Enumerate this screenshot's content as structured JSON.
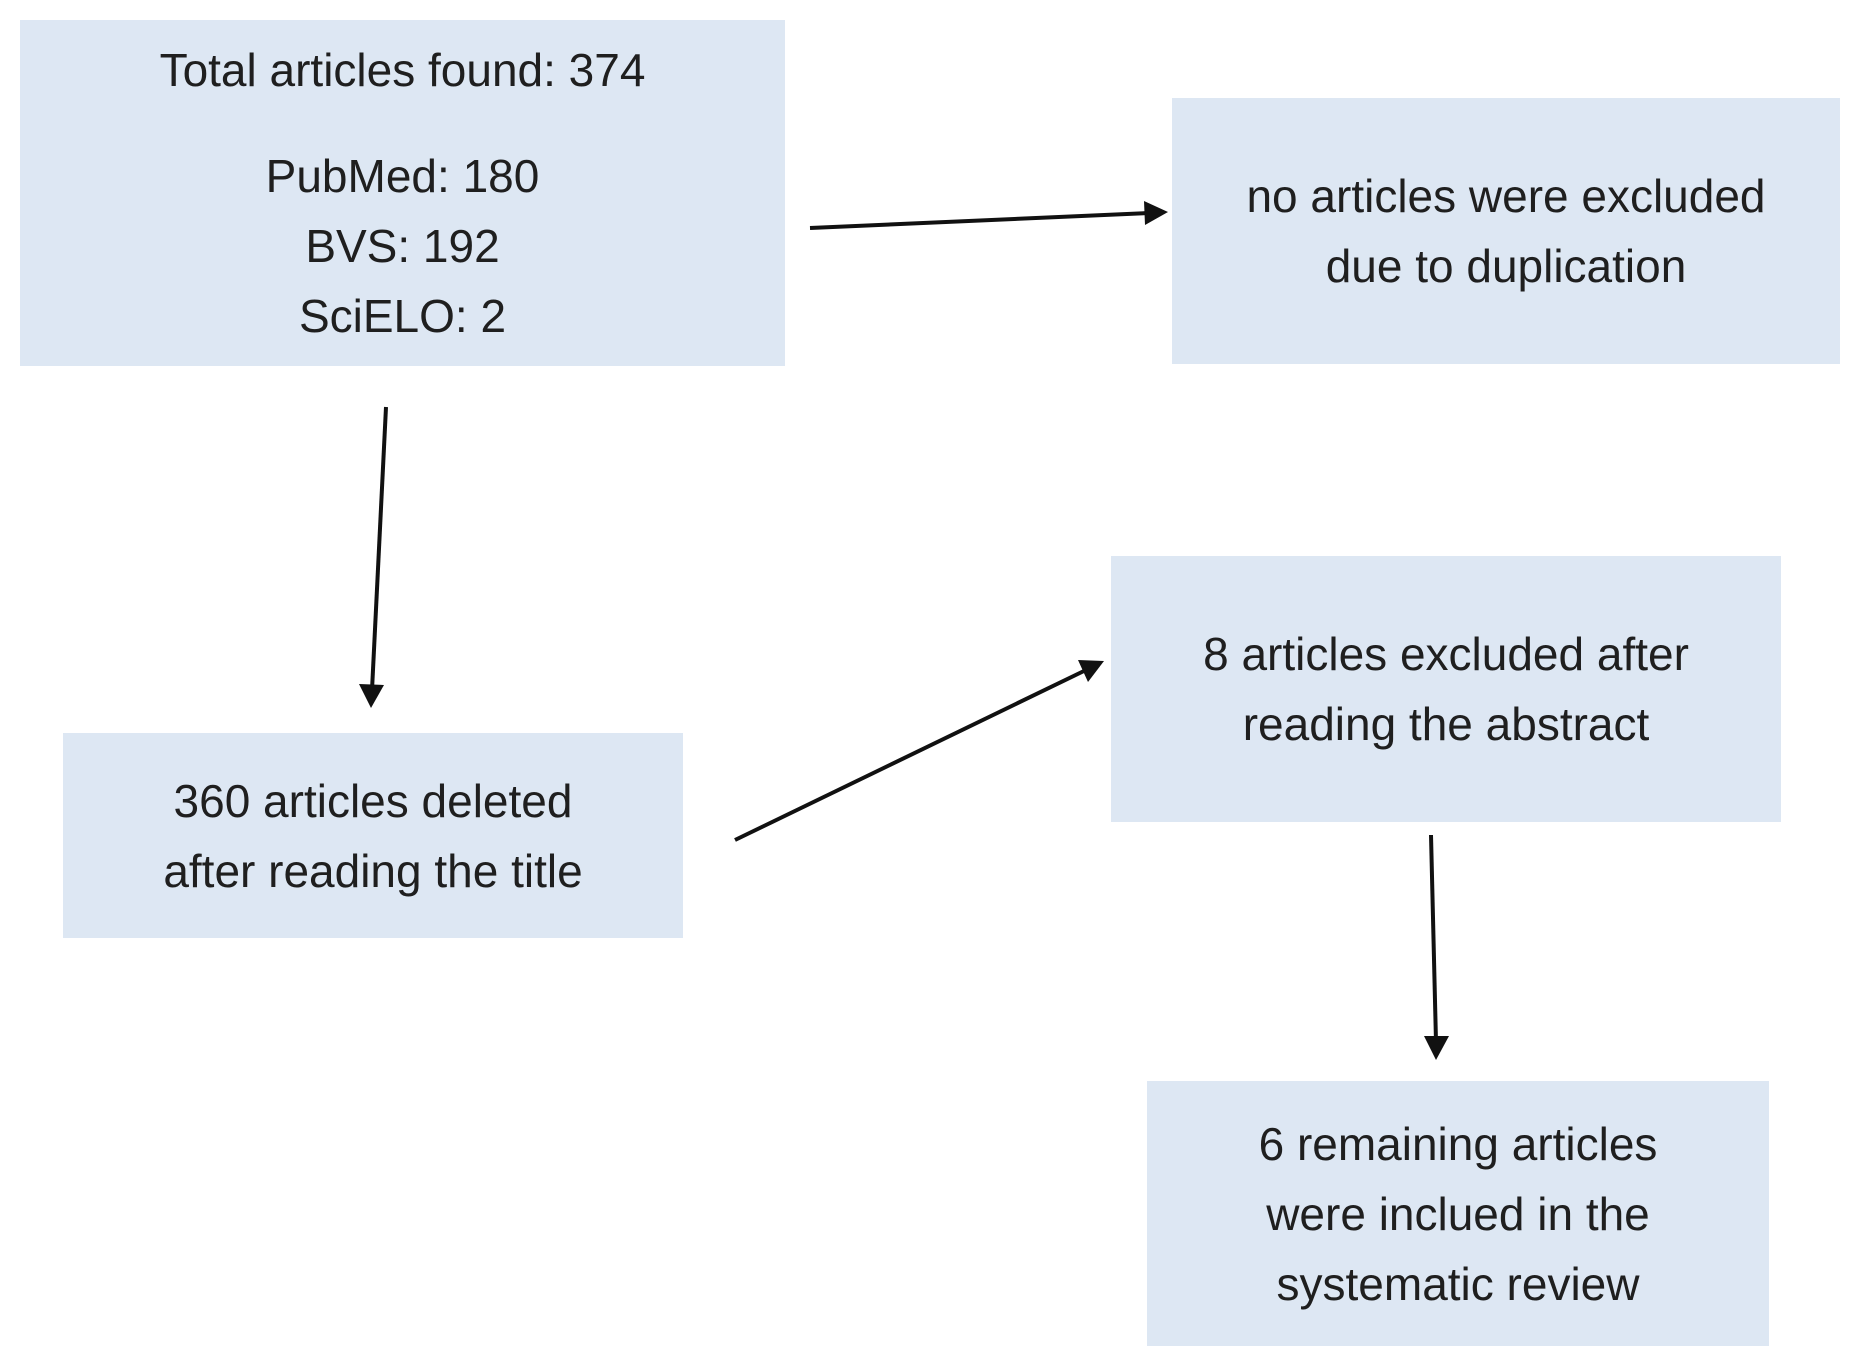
{
  "boxes": {
    "total": {
      "title": "Total articles found: 374",
      "sources": [
        "PubMed: 180",
        "BVS: 192",
        "SciELO: 2"
      ]
    },
    "duplication": {
      "lines": [
        "no articles were excluded",
        "due to duplication"
      ]
    },
    "title_screen": {
      "lines": [
        "360 articles deleted",
        "after reading the title"
      ]
    },
    "abstract_screen": {
      "lines": [
        "8 articles excluded after",
        "reading the abstract"
      ]
    },
    "included": {
      "lines": [
        "6 remaining articles",
        "were inclued in the",
        "systematic review"
      ]
    }
  },
  "edges": [
    {
      "from": "total",
      "to": "duplication"
    },
    {
      "from": "total",
      "to": "title_screen"
    },
    {
      "from": "title_screen",
      "to": "abstract_screen"
    },
    {
      "from": "abstract_screen",
      "to": "included"
    }
  ],
  "colors": {
    "box_fill": "#dde7f3",
    "arrow": "#111111",
    "text": "#1f1f1f"
  }
}
